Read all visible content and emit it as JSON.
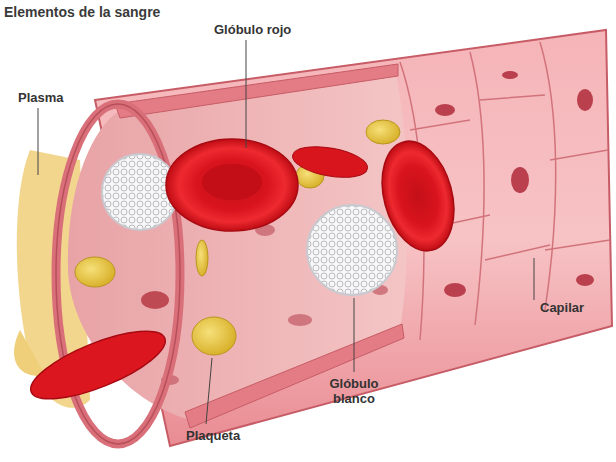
{
  "diagram": {
    "title": "Elementos de la sangre",
    "labels": [
      "Glóbulo rojo",
      "Plasma",
      "Capilar",
      "Glóbulo blanco",
      "Plaqueta"
    ]
  }
}
